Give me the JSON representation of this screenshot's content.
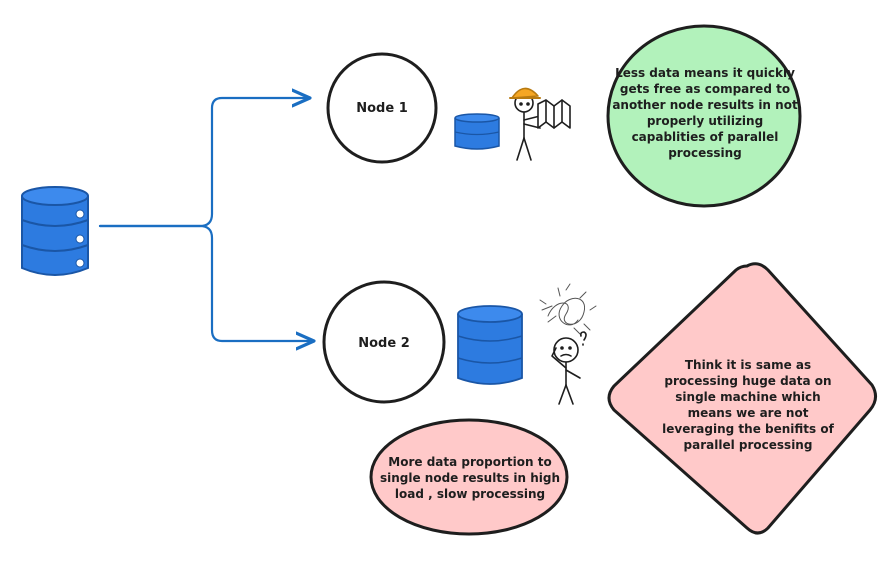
{
  "nodes": {
    "node1": {
      "label": "Node 1"
    },
    "node2": {
      "label": "Node 2"
    }
  },
  "notes": {
    "light_load": "Less data means it quickly gets free as compared to another node results in not properly utilizing capablities of parallel processing",
    "heavy_load": "More data proportion to single node results in high load , slow processing",
    "single_machine": "Think it is same as processing huge data on single machine which means we are not leveraging the benifits of parallel processing"
  },
  "colors": {
    "database_blue": "#2d7be0",
    "database_stroke": "#1a56a6",
    "arrow_blue": "#1a6ec2",
    "green_note": "#b2f2bb",
    "red_note": "#ffc9c9",
    "stroke_dark": "#1e1e1e",
    "hardhat_orange": "#f5a623"
  },
  "icons": [
    "database-icon",
    "worker-icon",
    "confused-person-icon",
    "tangle-icon"
  ]
}
